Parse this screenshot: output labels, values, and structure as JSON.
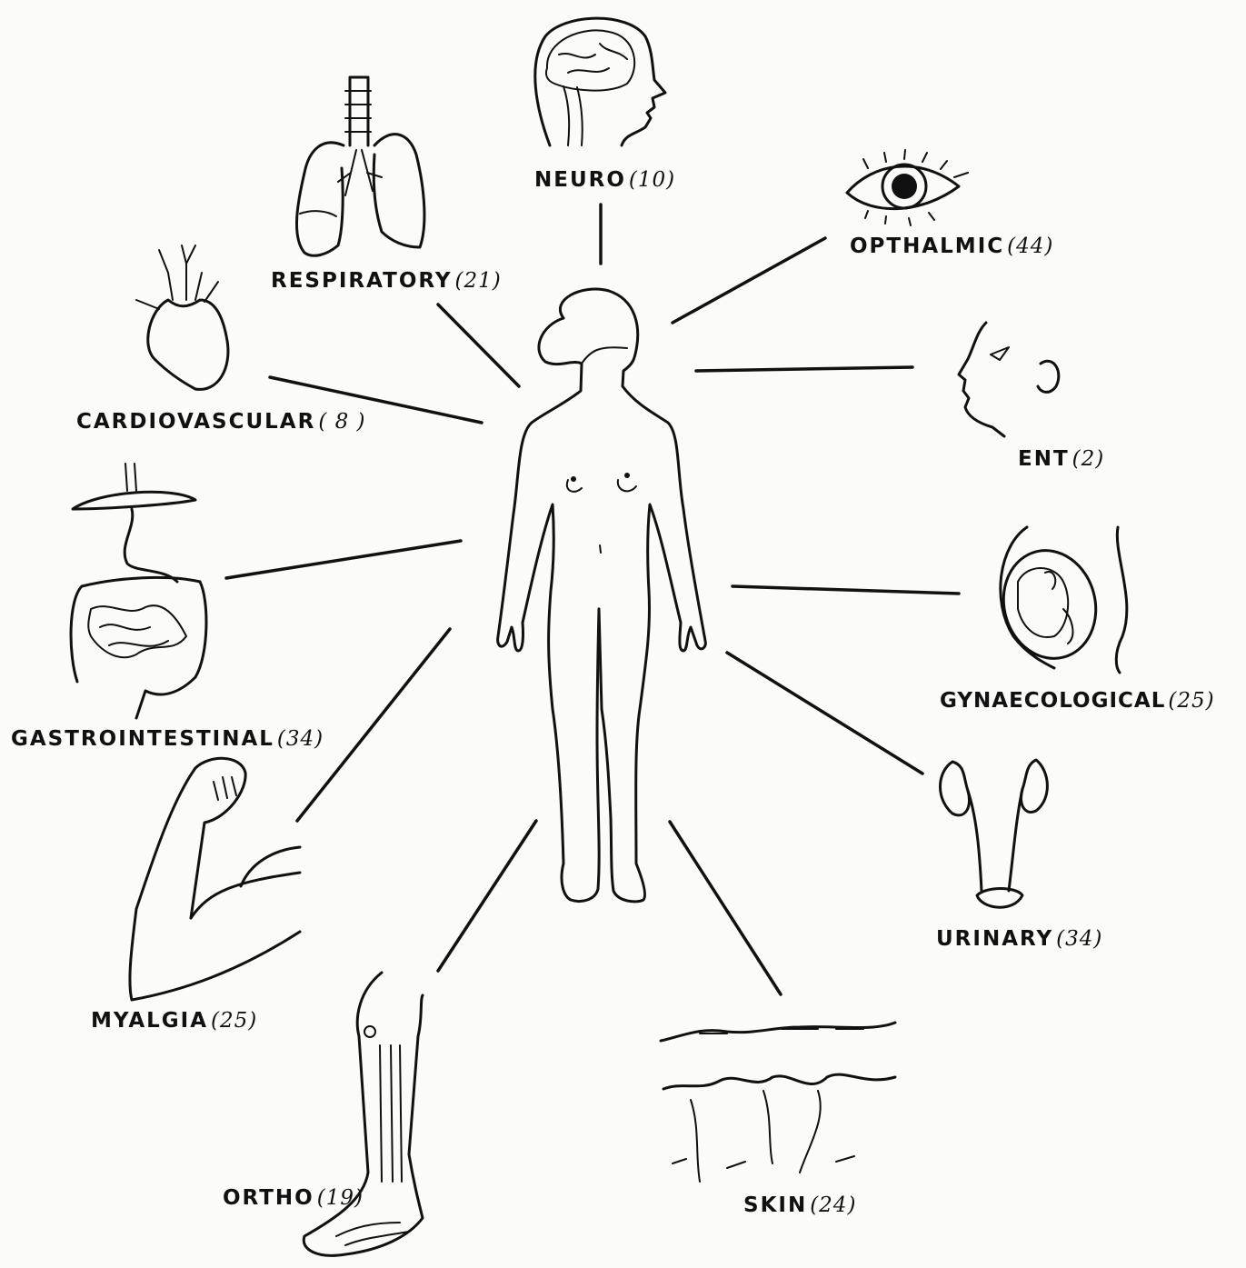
{
  "categories": [
    {
      "id": "neuro",
      "name": "NEURO",
      "count": "(10)"
    },
    {
      "id": "respiratory",
      "name": "RESPIRATORY",
      "count": "(21)"
    },
    {
      "id": "opthalmic",
      "name": "OPTHALMIC",
      "count": "(44)"
    },
    {
      "id": "cardiovascular",
      "name": "CARDIOVASCULAR",
      "count": "( 8 )"
    },
    {
      "id": "ent",
      "name": "ENT",
      "count": "(2)"
    },
    {
      "id": "gastrointestinal",
      "name": "GASTROINTESTINAL",
      "count": "(34)"
    },
    {
      "id": "gynaecological",
      "name": "GYNAECOLOGICAL",
      "count": "(25)"
    },
    {
      "id": "urinary",
      "name": "URINARY",
      "count": "(34)"
    },
    {
      "id": "myalgia",
      "name": "MYALGIA",
      "count": "(25)"
    },
    {
      "id": "ortho",
      "name": "ORTHO",
      "count": "(19)"
    },
    {
      "id": "skin",
      "name": "SKIN",
      "count": "(24)"
    }
  ]
}
